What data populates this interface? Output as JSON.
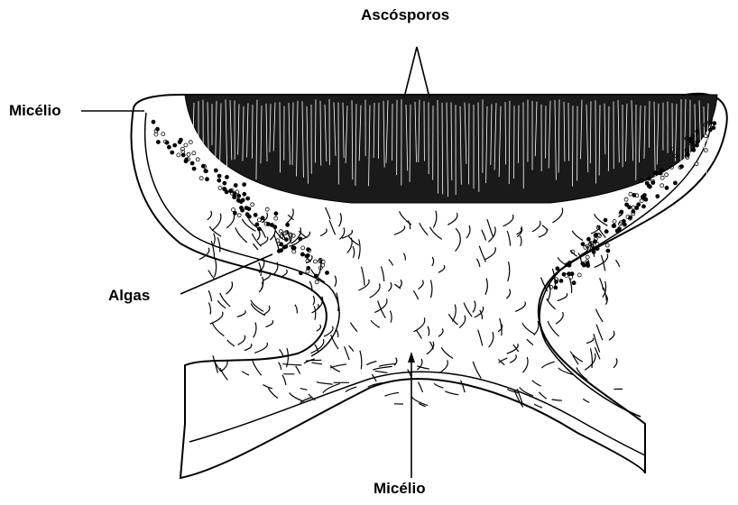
{
  "labels": {
    "ascosporos": "Ascósporos",
    "micelio_top": "Micélio",
    "algas": "Algas",
    "micelio_bottom": "Micélio"
  },
  "colors": {
    "ink": "#000000",
    "background": "#ffffff"
  }
}
